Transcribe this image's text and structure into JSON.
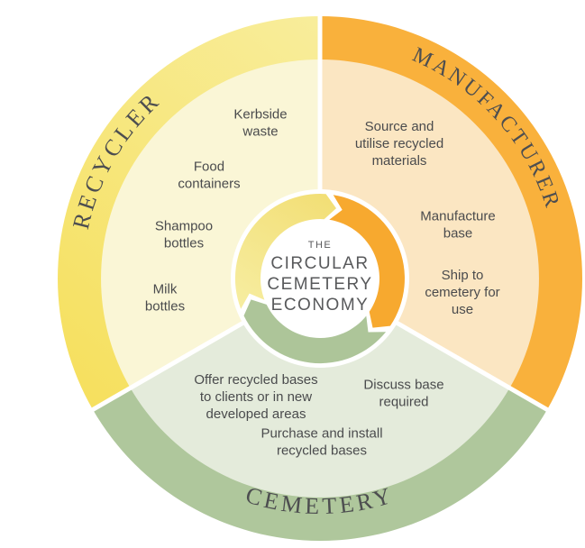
{
  "center": {
    "kicker": "THE",
    "line1": "CIRCULAR",
    "line2": "CEMETERY",
    "line3": "ECONOMY"
  },
  "segments": {
    "recycler": {
      "title": "RECYCLER",
      "items": {
        "kerbside": "Kerbside\nwaste",
        "food": "Food\ncontainers",
        "shampoo": "Shampoo\nbottles",
        "milk": "Milk\nbottles"
      }
    },
    "manufacturer": {
      "title": "MANUFACTURER",
      "items": {
        "source": "Source and\nutilise recycled\nmaterials",
        "base": "Manufacture\nbase",
        "ship": "Ship to\ncemetery for\nuse"
      }
    },
    "cemetery": {
      "title": "CEMETERY",
      "items": {
        "offer": "Offer recycled bases\nto clients or in new\ndeveloped areas",
        "discuss": "Discuss base\nrequired",
        "purchase": "Purchase and install\nrecycled bases"
      }
    }
  },
  "colors": {
    "background": "#FFFFFF",
    "recycler_ring_light": "#F8EE9F",
    "recycler_ring_dark": "#F6E05F",
    "recycler_fill": "#FAF6D6",
    "manufacturer_ring": "#F9B13C",
    "manufacturer_fill": "#FBE6C2",
    "cemetery_ring": "#AFC79C",
    "cemetery_fill": "#E4EBDB",
    "arrow_yellow_light": "#F7EFA6",
    "arrow_yellow_dark": "#F2DE74",
    "arrow_orange": "#F7A92F",
    "arrow_green": "#ADC599",
    "divider": "#FFFFFF",
    "label_text": "#4A4B4D",
    "segment_title_text": "#4D4E50",
    "center_text": "#58595B"
  }
}
